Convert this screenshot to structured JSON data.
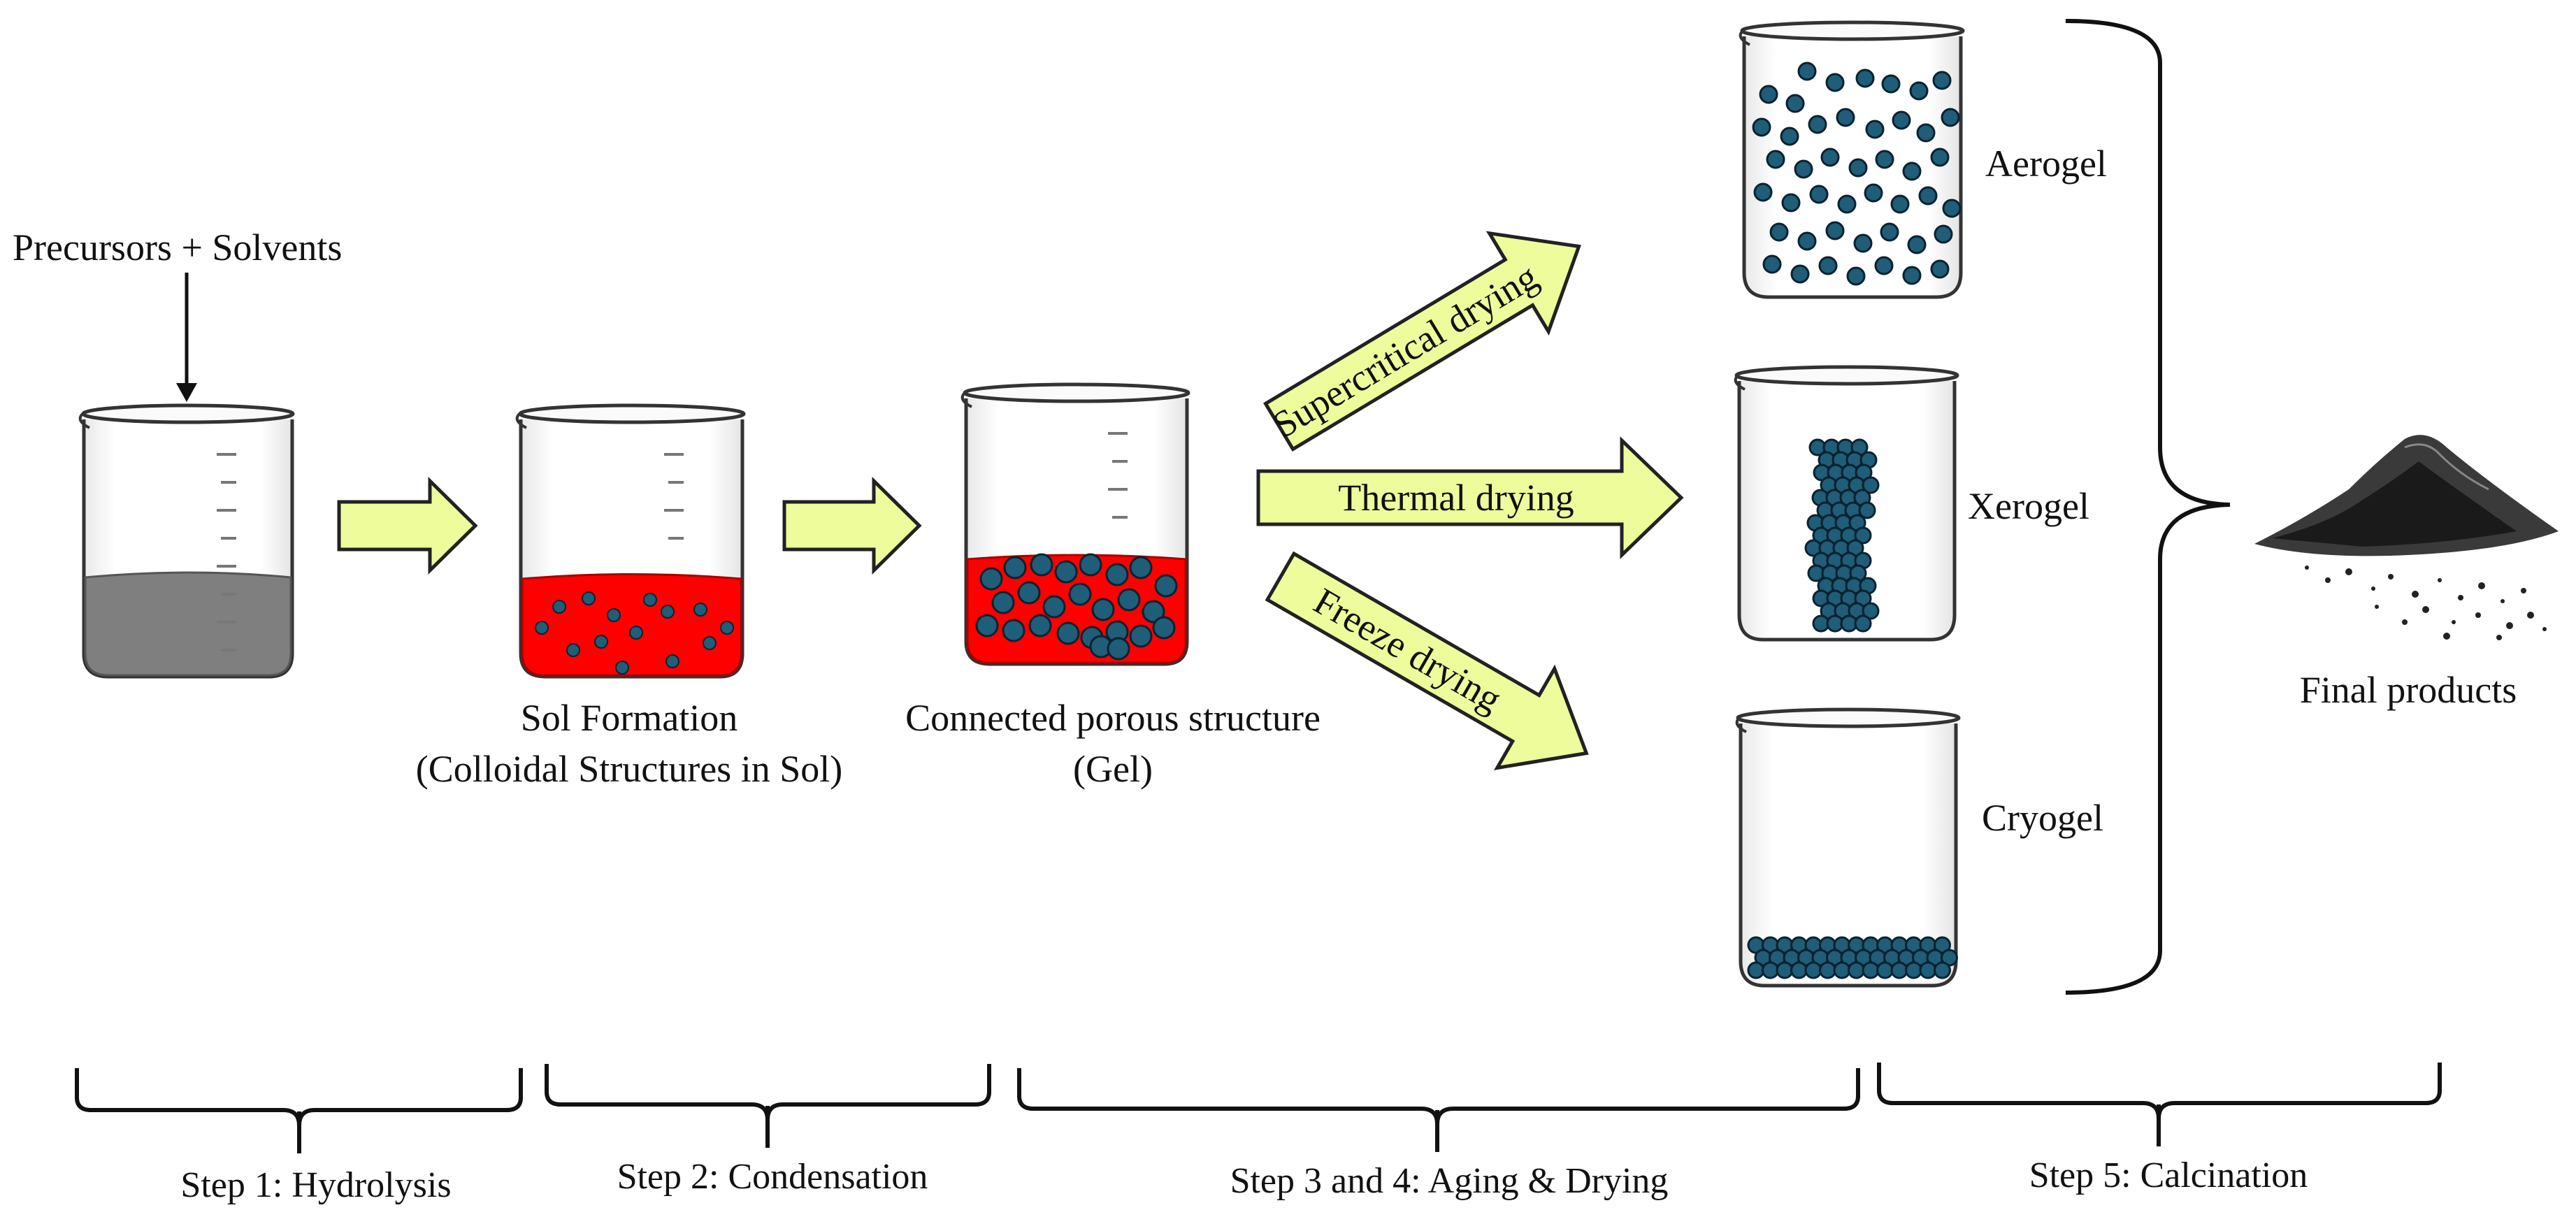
{
  "labels": {
    "precursors": "Precursors + Solvents",
    "sol_line1": "Sol Formation",
    "sol_line2": "(Colloidal Structures in Sol)",
    "gel_line1": "Connected porous structure",
    "gel_line2": "(Gel)",
    "supercritical": "Supercritical drying",
    "thermal": "Thermal drying",
    "freeze": "Freeze drying",
    "aerogel": "Aerogel",
    "xerogel": "Xerogel",
    "cryogel": "Cryogel",
    "final": "Final products"
  },
  "steps": [
    {
      "label": "Step 1: Hydrolysis"
    },
    {
      "label": "Step 2: Condensation"
    },
    {
      "label": "Step 3 and 4: Aging & Drying"
    },
    {
      "label": "Step 5: Calcination"
    }
  ],
  "colors": {
    "arrow_fill": "#eefc9c",
    "sol_red": "#ff0000",
    "particle": "#1f5d78",
    "gray_liquid": "#7f7f7f",
    "outline": "#222222"
  }
}
